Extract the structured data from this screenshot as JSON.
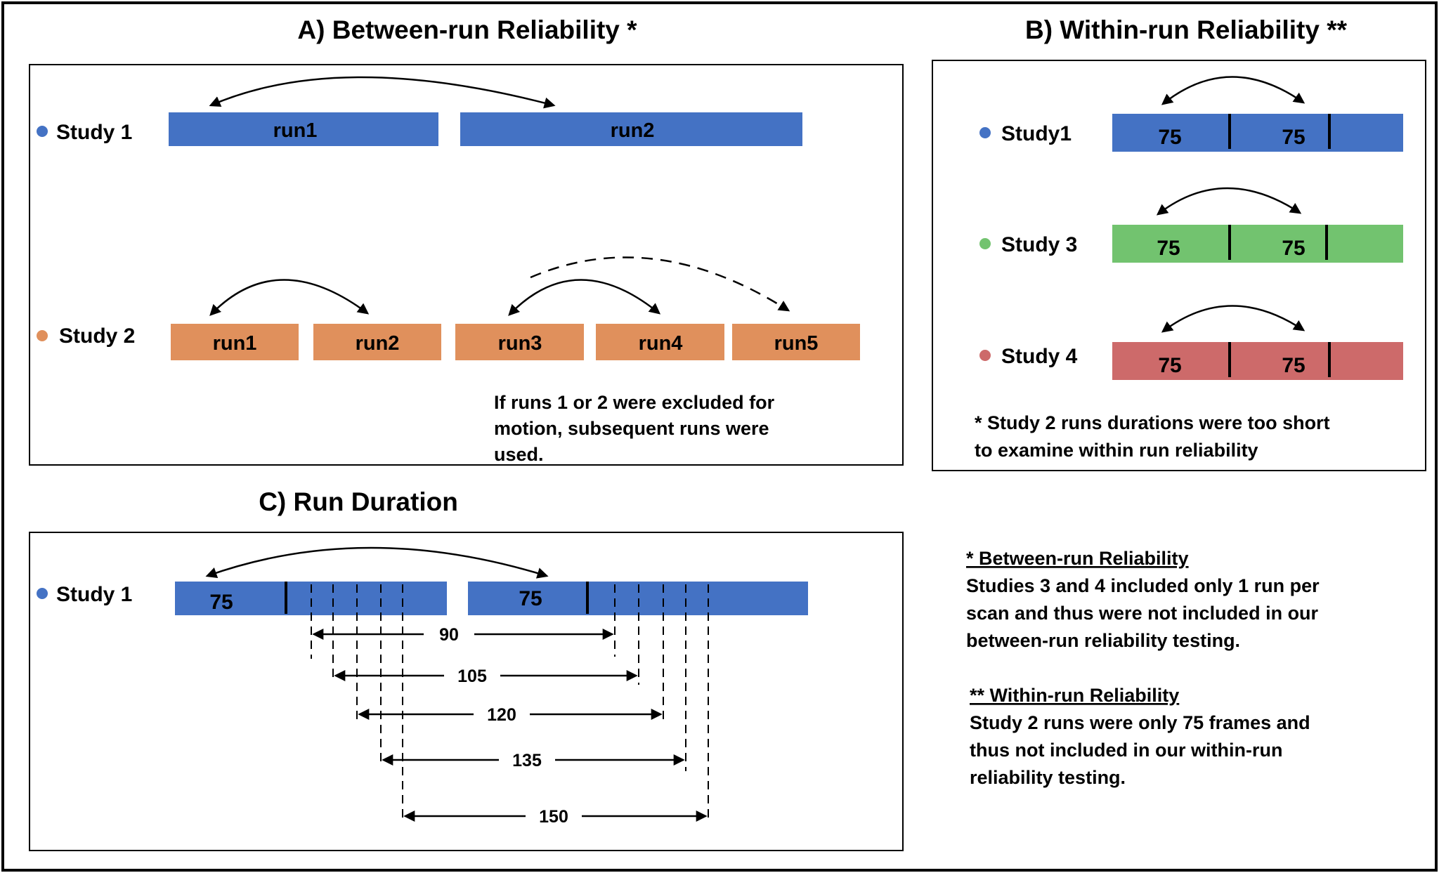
{
  "colors": {
    "study1": "#4472c4",
    "study2": "#e0905c",
    "study3": "#72c36f",
    "study4": "#cd6a6a",
    "border": "#000000"
  },
  "panel_a": {
    "title": "A) Between-run Reliability *",
    "study1": {
      "label": "Study 1",
      "runs": [
        "run1",
        "run2"
      ]
    },
    "study2": {
      "label": "Study 2",
      "runs": [
        "run1",
        "run2",
        "run3",
        "run4",
        "run5"
      ]
    },
    "note_lines": [
      "If runs 1 or 2 were excluded for",
      "motion,  subsequent runs were",
      "used."
    ]
  },
  "panel_b": {
    "title": "B) Within-run Reliability **",
    "studies": [
      {
        "label": "Study1",
        "segments": [
          "75",
          "75"
        ]
      },
      {
        "label": "Study 3",
        "segments": [
          "75",
          "75"
        ]
      },
      {
        "label": "Study 4",
        "segments": [
          "75",
          "75"
        ]
      }
    ],
    "note_lines": [
      "* Study 2 runs durations were too short",
      "to examine within run reliability"
    ]
  },
  "panel_c": {
    "title": "C) Run Duration",
    "study": {
      "label": "Study 1",
      "segments": [
        "75",
        "75"
      ]
    },
    "durations": [
      "90",
      "105",
      "120",
      "135",
      "150"
    ]
  },
  "legend": {
    "between": {
      "heading": "* Between-run Reliability",
      "lines": [
        "Studies 3 and 4 included only 1 run per",
        "scan and thus were not included in our",
        "between-run reliability testing."
      ]
    },
    "within": {
      "heading": "** Within-run Reliability",
      "lines": [
        "Study 2 runs were only 75 frames and",
        "thus not included in our within-run",
        "reliability testing."
      ]
    }
  }
}
